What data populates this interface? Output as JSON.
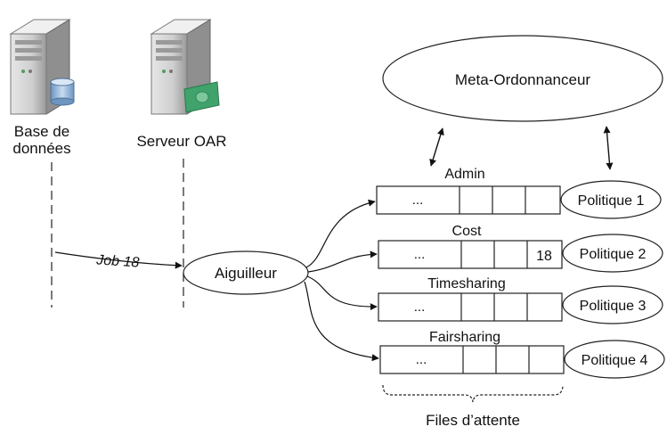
{
  "servers": {
    "database": {
      "label_line1": "Base de",
      "label_line2": "données",
      "icon": "database-server-icon"
    },
    "oar": {
      "label": "Serveur OAR",
      "icon": "oar-server-icon"
    }
  },
  "meta_scheduler": {
    "label": "Meta-Ordonnanceur"
  },
  "job": {
    "label": "Job 18"
  },
  "router": {
    "label": "Aiguilleur"
  },
  "queues": [
    {
      "name": "Admin",
      "first_cell": "...",
      "last_cell": "",
      "policy": "Politique 1"
    },
    {
      "name": "Cost",
      "first_cell": "...",
      "last_cell": "18",
      "policy": "Politique 2"
    },
    {
      "name": "Timesharing",
      "first_cell": "...",
      "last_cell": "",
      "policy": "Politique 3"
    },
    {
      "name": "Fairsharing",
      "first_cell": "...",
      "last_cell": "",
      "policy": "Politique 4"
    }
  ],
  "queues_caption": "Files d’attente",
  "colors": {
    "stroke": "#222222",
    "server_body": "#c8c8c8",
    "server_dark": "#8a8a8a",
    "db_cylinder": "#8fb4d9",
    "money": "#3fa36b"
  }
}
